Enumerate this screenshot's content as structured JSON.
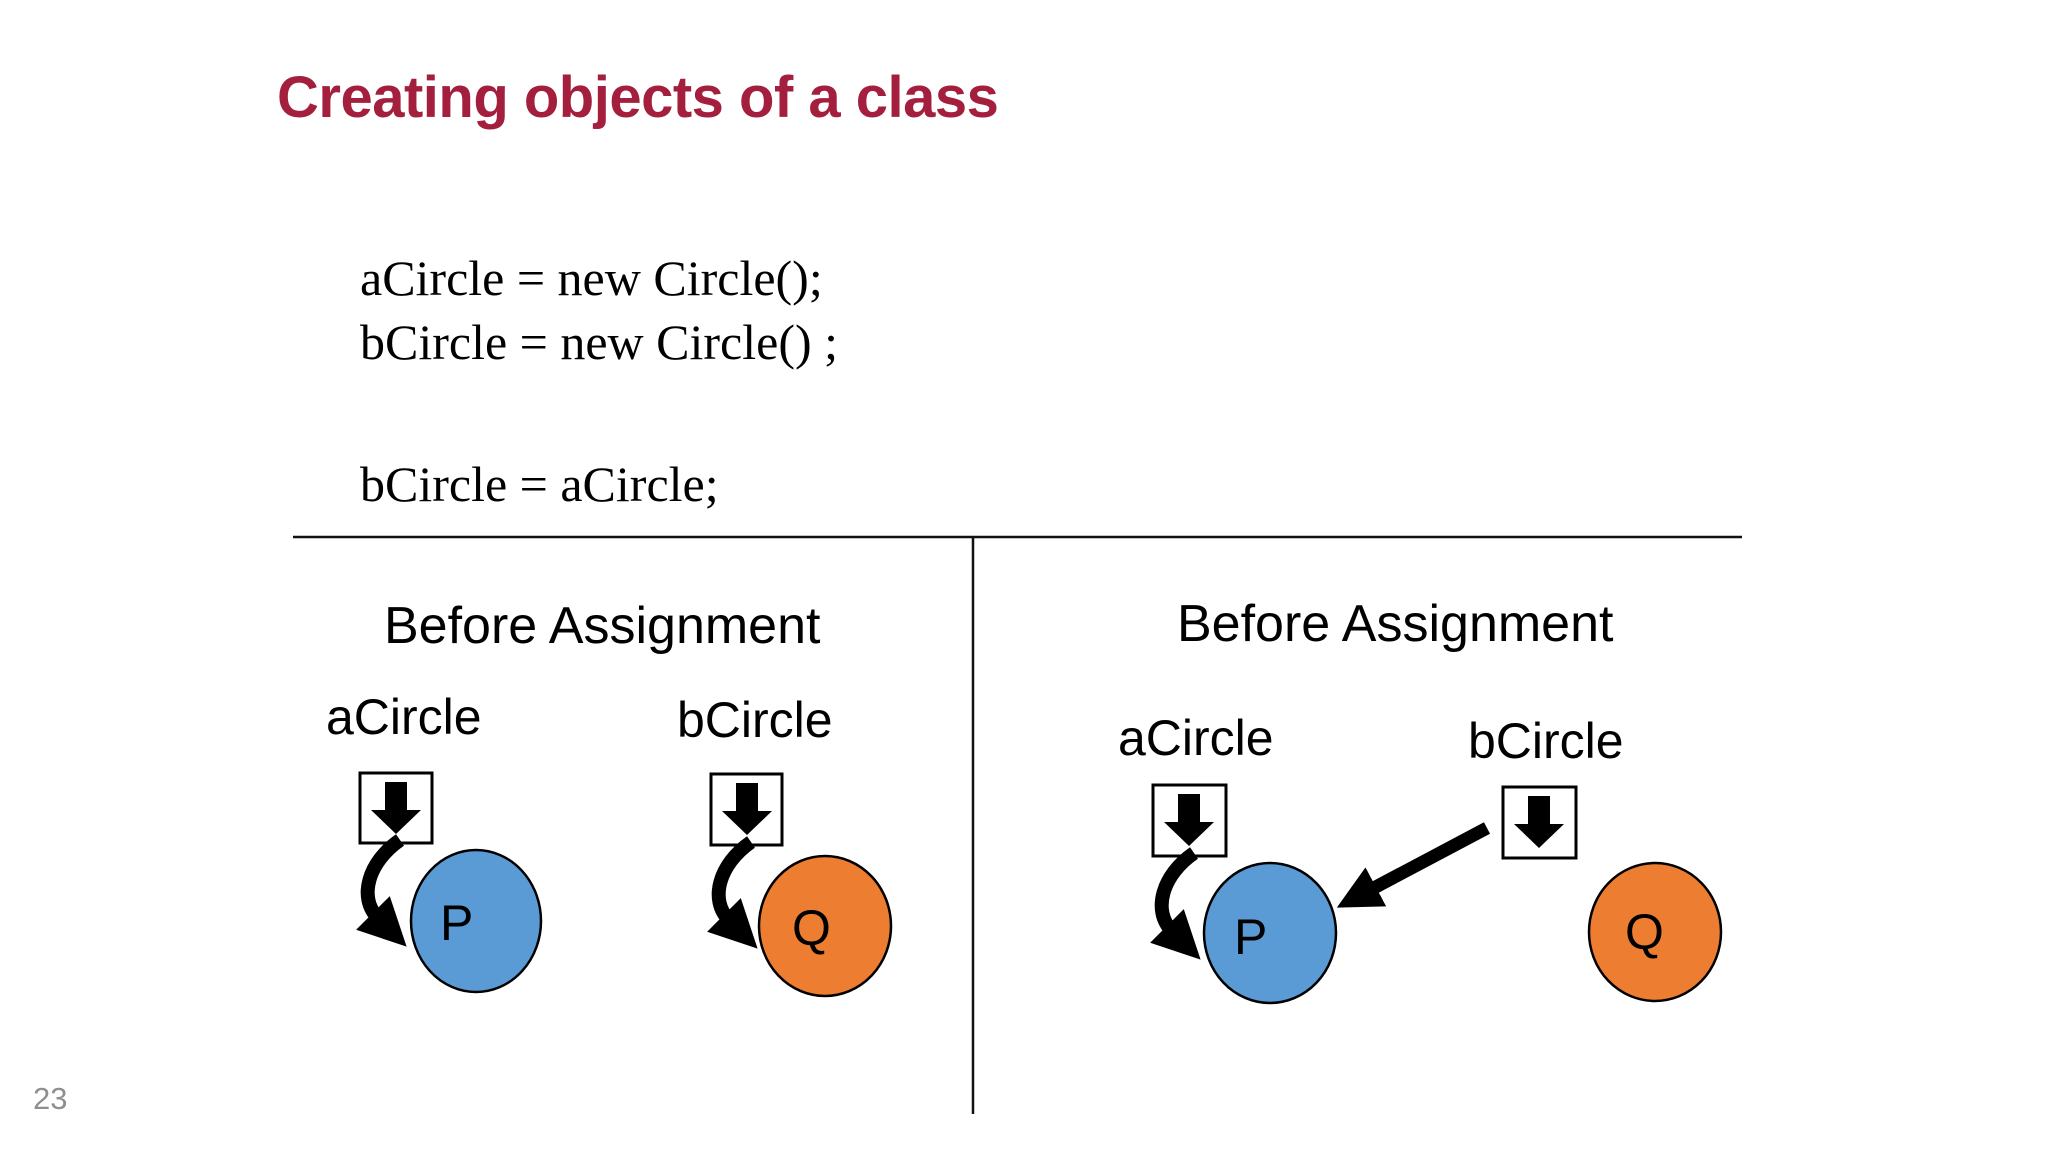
{
  "slide": {
    "title": "Creating objects of a class",
    "page_number": "23"
  },
  "code": {
    "line1": "aCircle = new Circle();",
    "line2": "bCircle = new Circle() ;",
    "line3": "bCircle = aCircle;"
  },
  "panels": {
    "left": {
      "heading": "Before Assignment",
      "var_a": "aCircle",
      "var_b": "bCircle",
      "object_p": "P",
      "object_q": "Q"
    },
    "right": {
      "heading": "Before Assignment",
      "var_a": "aCircle",
      "var_b": "bCircle",
      "object_p": "P",
      "object_q": "Q"
    }
  },
  "icons": {
    "reference_pointer": "down-arrow",
    "curved_pointer": "curved-arrow",
    "assignment_pointer": "straight-arrow"
  },
  "colors": {
    "title": "#a31f3d",
    "object_blue": "#5b9bd5",
    "object_orange": "#ed7d31",
    "line": "#000000",
    "page_number": "#8f8f8f"
  }
}
